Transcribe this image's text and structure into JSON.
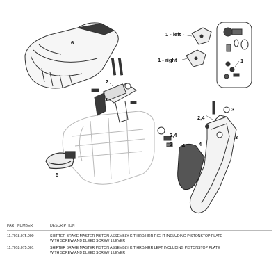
{
  "callouts": {
    "c1_left": "1 - left",
    "c1_right": "1 - right",
    "c1_kit": "1",
    "c2_top": "2",
    "c2_mid": "2",
    "c24_a": "2,4",
    "c24_b": "2,4",
    "c2_lever": "2",
    "c3_lever": "3",
    "c3_side": "3",
    "c4_mid": "4",
    "c4_lever": "4",
    "c5": "5",
    "c6": "6"
  },
  "table": {
    "header_part": "PART NUMBER",
    "header_desc": "DESCRIPTION",
    "rows": [
      {
        "part": "11.7018.075.000",
        "desc_line1": "SHIFTER BRAKE MASTER PISTON ASSEMBLY KIT HRD/HRR RIGHT INCLUDING PISTONSTOP PLATE",
        "desc_line2": "WITH SCREW AND BLEED SCREW 1 LEVER"
      },
      {
        "part": "11.7018.075.001",
        "desc_line1": "SHIFTER BRAKE MASTER PISTON ASSEMBLY KIT HRD/HRR LEFT INCLUDING PISTONSTOP PLATE",
        "desc_line2": "WITH SCREW AND BLEED SCREW 1 LEVER"
      }
    ]
  },
  "colors": {
    "line": "#333333",
    "ghost": "#b9b9b9",
    "dark": "#2a2a2a",
    "pad": "#555555"
  }
}
